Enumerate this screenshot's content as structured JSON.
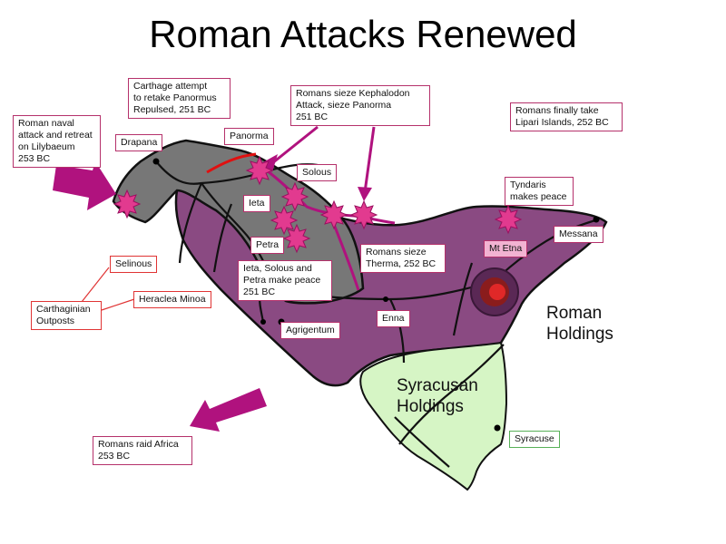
{
  "title": "Roman Attacks Renewed",
  "colors": {
    "roman_territory": "#8a4a82",
    "carthaginian_territory": "#777777",
    "syracusan_territory": "#d6f5c5",
    "attack_arrow": "#b0127e",
    "route_line": "#e01010",
    "battle_burst": "#e23a8f",
    "label_border": "#b5316b",
    "outpost_border": "#e03434",
    "syracuse_border": "#58b058"
  },
  "regions": {
    "roman": "Roman\nHoldings",
    "syracusan": "Syracusan\nHoldings"
  },
  "places": {
    "drapana": "Drapana",
    "panorma": "Panorma",
    "solous": "Solous",
    "ieta": "Ieta",
    "petra": "Petra",
    "selinous": "Selinous",
    "heraclea_minoa": "Heraclea Minoa",
    "agrigentum": "Agrigentum",
    "enna": "Enna",
    "mt_etna": "Mt Etna",
    "messana": "Messana",
    "syracuse": "Syracuse"
  },
  "events": {
    "naval_attack": "Roman naval\nattack and retreat\non Lilybaeum\n253 BC",
    "carthage_attempt": "Carthage attempt\nto retake Panormus\nRepulsed, 251 BC",
    "kephalodon": "Romans sieze Kephalodon\nAttack, sieze Panorma\n251 BC",
    "lipari": "Romans finally take\nLipari Islands, 252 BC",
    "tyndaris": "Tyndaris\nmakes peace",
    "therma": "Romans sieze\nTherma, 252 BC",
    "peace": "Ieta, Solous and\nPetra make peace\n251 BC",
    "outposts": "Carthaginian\nOutposts",
    "africa_raid": "Romans raid Africa\n253 BC"
  }
}
